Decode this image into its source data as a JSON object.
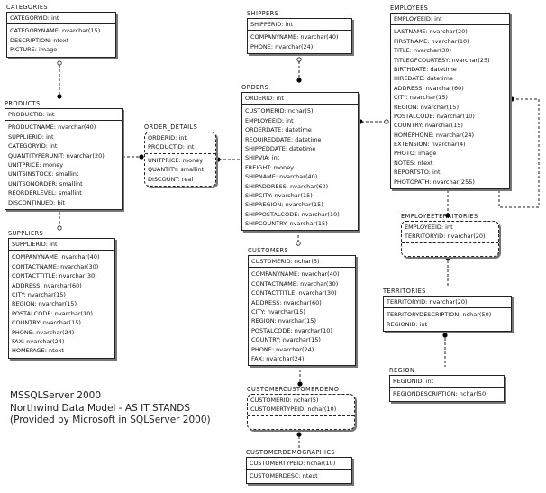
{
  "caption": {
    "line1": "MSSQLServer 2000",
    "line2": "Northwind Data Model - AS IT STANDS",
    "line3": "(Provided by Microsoft in SQLServer 2000)"
  },
  "entities": [
    {
      "id": "categories",
      "name": "CATEGORIES",
      "rounded": false,
      "keys": [
        "CATEGORYID: int"
      ],
      "attributes": [
        "CATEGORYNAME: nvarchar(15)",
        "DESCRIPTION: ntext",
        "PICTURE: image"
      ]
    },
    {
      "id": "products",
      "name": "PRODUCTS",
      "rounded": false,
      "keys": [
        "PRODUCTID: int"
      ],
      "attributes": [
        "PRODUCTNAME: nvarchar(40)",
        "SUPPLIERID: int",
        "CATEGORYID: int",
        "QUANTITYPERUNIT: nvarchar(20)",
        "UNITPRICE: money",
        "UNITSINSTOCK: smallint",
        "UNITSONORDER: smallint",
        "REORDERLEVEL: smallint",
        "DISCONTINUED: bit"
      ]
    },
    {
      "id": "order_details",
      "name": "ORDER_DETAILS",
      "rounded": true,
      "keys": [
        "ORDERID: int",
        "PRODUCTID: int"
      ],
      "attributes": [
        "UNITPRICE: money",
        "QUANTITY: smallint",
        "DISCOUNT: real"
      ]
    },
    {
      "id": "suppliers",
      "name": "SUPPLIERS",
      "rounded": false,
      "keys": [
        "SUPPLIERID: int"
      ],
      "attributes": [
        "COMPANYNAME: nvarchar(40)",
        "CONTACTNAME: nvarchar(30)",
        "CONTACTTITLE: nvarchar(30)",
        "ADDRESS: nvarchar(60)",
        "CITY: nvarchar(15)",
        "REGION: nvarchar(15)",
        "POSTALCODE: nvarchar(10)",
        "COUNTRY: nvarchar(15)",
        "PHONE: nvarchar(24)",
        "FAX: nvarchar(24)",
        "HOMEPAGE: ntext"
      ]
    },
    {
      "id": "shippers",
      "name": "SHIPPERS",
      "rounded": false,
      "keys": [
        "SHIPPERID: int"
      ],
      "attributes": [
        "COMPANYNAME: nvarchar(40)",
        "PHONE: nvarchar(24)"
      ]
    },
    {
      "id": "orders",
      "name": "ORDERS",
      "rounded": false,
      "keys": [
        "ORDERID: int"
      ],
      "attributes": [
        "CUSTOMERID: nchar(5)",
        "EMPLOYEEID: int",
        "ORDERDATE: datetime",
        "REQUIREDDATE: datetime",
        "SHIPPEDDATE: datetime",
        "SHIPVIA: int",
        "FREIGHT: money",
        "SHIPNAME: nvarchar(40)",
        "SHIPADDRESS: nvarchar(60)",
        "SHIPCITY: nvarchar(15)",
        "SHIPREGION: nvarchar(15)",
        "SHIPPOSTALCODE: nvarchar(10)",
        "SHIPCOUNTRY: nvarchar(15)"
      ]
    },
    {
      "id": "employees",
      "name": "EMPLOYEES",
      "rounded": false,
      "keys": [
        "EMPLOYEEID: int"
      ],
      "attributes": [
        "LASTNAME: nvarchar(20)",
        "FIRSTNAME: nvarchar(10)",
        "TITLE: nvarchar(30)",
        "TITLEOFCOURTESY: nvarchar(25)",
        "BIRTHDATE: datetime",
        "HIREDATE: datetime",
        "ADDRESS: nvarchar(60)",
        "CITY: nvarchar(15)",
        "REGION: nvarchar(15)",
        "POSTALCODE: nvarchar(10)",
        "COUNTRY: nvarchar(15)",
        "HOMEPHONE: nvarchar(24)",
        "EXTENSION: nvarchar(4)",
        "PHOTO: image",
        "NOTES: ntext",
        "REPORTSTO: int",
        "PHOTOPATH: nvarchar(255)"
      ]
    },
    {
      "id": "employeeterritories",
      "name": "EMPLOYEETERRITORIES",
      "rounded": true,
      "keys": [
        "EMPLOYEEID: int",
        "TERRITORYID: nvarchar(20)"
      ],
      "attributes": []
    },
    {
      "id": "customers",
      "name": "CUSTOMERS",
      "rounded": false,
      "keys": [
        "CUSTOMERID: nchar(5)"
      ],
      "attributes": [
        "COMPANYNAME: nvarchar(40)",
        "CONTACTNAME: nvarchar(30)",
        "CONTACTTITLE: nvarchar(30)",
        "ADDRESS: nvarchar(60)",
        "CITY: nvarchar(15)",
        "REGION: nvarchar(15)",
        "POSTALCODE: nvarchar(10)",
        "COUNTRY: nvarchar(15)",
        "PHONE: nvarchar(24)",
        "FAX: nvarchar(24)"
      ]
    },
    {
      "id": "customercustomerdemo",
      "name": "CUSTOMERCUSTOMERDEMO",
      "rounded": true,
      "keys": [
        "CUSTOMERID: nchar(5)",
        "CUSTOMERTYPEID: nchar(10)"
      ],
      "attributes": []
    },
    {
      "id": "customerdemographics",
      "name": "CUSTOMERDEMOGRAPHICS",
      "rounded": false,
      "keys": [
        "CUSTOMERTYPEID: nchar(10)"
      ],
      "attributes": [
        "CUSTOMERDESC: ntext"
      ]
    },
    {
      "id": "territories",
      "name": "TERRITORIES",
      "rounded": false,
      "keys": [
        "TERRITORYID: nvarchar(20)"
      ],
      "attributes": [
        "TERRITORYDESCRIPTION: nchar(50)",
        "REGIONID: int"
      ]
    },
    {
      "id": "region",
      "name": "REGION",
      "rounded": false,
      "keys": [
        "REGIONID: int"
      ],
      "attributes": [
        "REGIONDESCRIPTION: nchar(50)"
      ]
    }
  ],
  "relationships": [
    {
      "parent": "categories",
      "child": "products"
    },
    {
      "parent": "products",
      "child": "order_details"
    },
    {
      "parent": "orders",
      "child": "order_details"
    },
    {
      "parent": "suppliers",
      "child": "products"
    },
    {
      "parent": "shippers",
      "child": "orders"
    },
    {
      "parent": "employees",
      "child": "orders"
    },
    {
      "parent": "employees",
      "child": "employees"
    },
    {
      "parent": "employees",
      "child": "employeeterritories"
    },
    {
      "parent": "territories",
      "child": "employeeterritories"
    },
    {
      "parent": "region",
      "child": "territories"
    },
    {
      "parent": "customers",
      "child": "orders"
    },
    {
      "parent": "customers",
      "child": "customercustomerdemo"
    },
    {
      "parent": "customerdemographics",
      "child": "customercustomerdemo"
    }
  ]
}
